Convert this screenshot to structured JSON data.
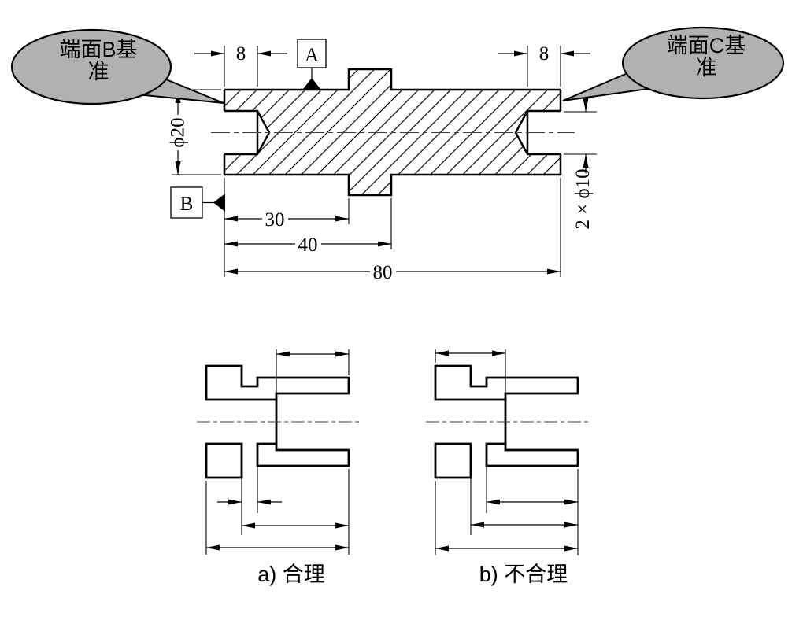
{
  "callouts": {
    "left": {
      "line1": "端面B基",
      "line2": "准"
    },
    "right": {
      "line1": "端面C基",
      "line2": "准"
    }
  },
  "main_drawing": {
    "datum_a": "A",
    "datum_b": "B",
    "dim_hole_depth_left": "8",
    "dim_hole_depth_right": "8",
    "dim_outer_diameter": "ϕ20",
    "dim_center_holes": "2 × ϕ10",
    "dim_length_30": "30",
    "dim_length_40": "40",
    "dim_length_80": "80"
  },
  "comparison": {
    "label_a": "a) 合理",
    "label_b": "b) 不合理"
  },
  "colors": {
    "balloon_fill": "#b1b1b1",
    "line": "#000000"
  }
}
